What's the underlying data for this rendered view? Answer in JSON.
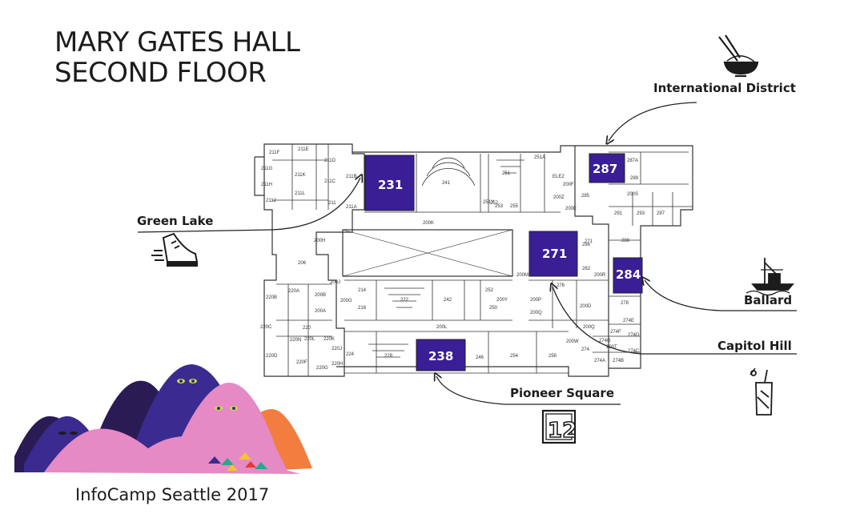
{
  "title": {
    "line1": "MARY GATES HALL",
    "line2": "SECOND FLOOR"
  },
  "footer": "InfoCamp Seattle 2017",
  "colors": {
    "room_highlight": "#3a1e96",
    "ink": "#1c1c1c",
    "mountain_pink": "#e58ac4",
    "mountain_orange": "#f37d3f",
    "mountain_purple": "#3b2a90",
    "mountain_dark": "#2a1b55"
  },
  "highlighted_rooms": [
    {
      "number": "231"
    },
    {
      "number": "287"
    },
    {
      "number": "271"
    },
    {
      "number": "284"
    },
    {
      "number": "238"
    }
  ],
  "locations": [
    {
      "name": "International District",
      "icon": "chopsticks-bowl-icon"
    },
    {
      "name": "Green Lake",
      "icon": "running-shoe-icon"
    },
    {
      "name": "Ballard",
      "icon": "fishing-boat-icon"
    },
    {
      "name": "Capitol Hill",
      "icon": "cocktail-icon"
    },
    {
      "name": "Pioneer Square",
      "icon": "jersey-12-icon"
    }
  ],
  "room_labels": [
    "211F",
    "211E",
    "211D",
    "211G",
    "211K",
    "211C",
    "211H",
    "211L",
    "211J",
    "211B",
    "211",
    "211A",
    "241",
    "251",
    "251A",
    "252",
    "253",
    "255",
    "251Y",
    "200K",
    "200H",
    "206",
    "200J",
    "220A",
    "220B",
    "200B",
    "200A",
    "220",
    "220C",
    "220L",
    "220N",
    "220K",
    "224",
    "220J",
    "220D",
    "220F",
    "220G",
    "220H",
    "200G",
    "214",
    "216",
    "222",
    "242",
    "252",
    "250",
    "200Y",
    "200P",
    "200Q",
    "200L",
    "228",
    "246",
    "254",
    "258",
    "271",
    "282",
    "286",
    "288",
    "291",
    "293",
    "297",
    "274G",
    "274",
    "274F",
    "274E",
    "274D",
    "274C",
    "274A",
    "274B",
    "200T",
    "200W",
    "200M",
    "200R",
    "276",
    "278",
    "200D",
    "200Q",
    "287A",
    "289",
    "285",
    "ELE2",
    "200F",
    "200E",
    "200Z",
    "200S"
  ]
}
